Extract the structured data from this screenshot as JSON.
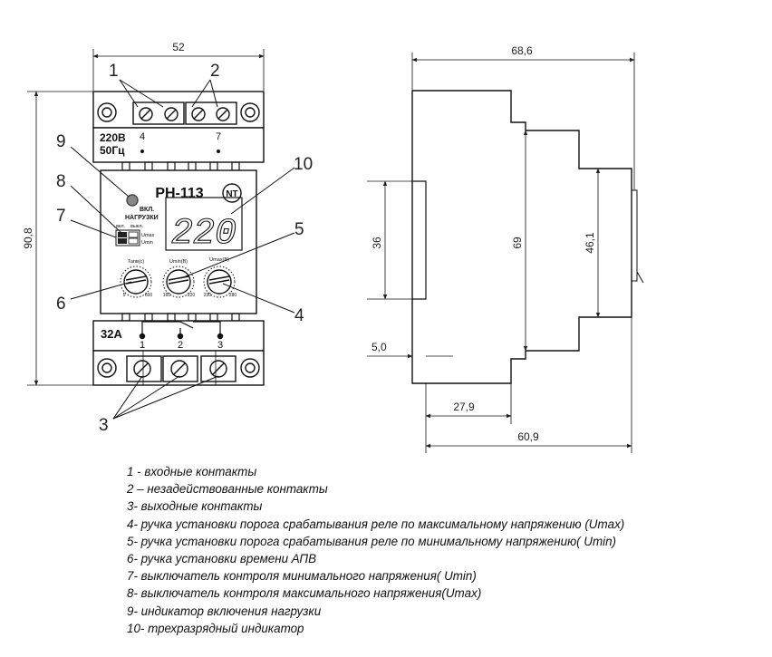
{
  "front_view": {
    "width_dim": "52",
    "height_dim": "90,8",
    "voltage_label": "220В",
    "freq_label": "50Гц",
    "terminal_top_4": "4",
    "terminal_top_7": "7",
    "model": "РН-113",
    "display_value": "220",
    "load_label_1": "ВКЛ.",
    "load_label_2": "НАГРУЗКИ",
    "switch_on": "вкл.",
    "switch_off": "выкл.",
    "umax": "Umax",
    "umin": "Umin",
    "knob_time_label": "Тапв(с)",
    "knob_umin_label": "Umin(В)",
    "knob_umax_label": "Umax(В)",
    "knob_time_min": "5",
    "knob_time_max": "600",
    "knob_umin_min": "160",
    "knob_umin_max": "220",
    "knob_umax_min": "230",
    "knob_umax_max": "280",
    "current_label": "32А",
    "terminal_bottom_1": "1",
    "terminal_bottom_2": "2",
    "terminal_bottom_3": "3",
    "logo": "NT"
  },
  "callouts": {
    "c1": "1",
    "c2": "2",
    "c3": "3",
    "c4": "4",
    "c5": "5",
    "c6": "6",
    "c7": "7",
    "c8": "8",
    "c9": "9",
    "c10": "10"
  },
  "side_view": {
    "depth_dim": "68,6",
    "rail_dim": "36",
    "body_dim": "69",
    "front_dim": "46,1",
    "offset_dim": "5,0",
    "rail_depth_dim": "27,9",
    "depth2_dim": "60,9"
  },
  "legend": [
    "1 - входные контакты",
    "2 – незадействованные контакты",
    "3- выходные контакты",
    "4- ручка установки порога срабатывания реле по максимальному напряжению (Umax)",
    "5- ручка установки порога срабатывания реле по минимальному напряжению( Umin)",
    "6- ручка установки времени АПВ",
    "7- выключатель контроля минимального напряжения( Umin)",
    "8- выключатель контроля  максимального напряжения(Umax)",
    "9- индикатор включения нагрузки",
    "10- трехразрядный индикатор"
  ]
}
